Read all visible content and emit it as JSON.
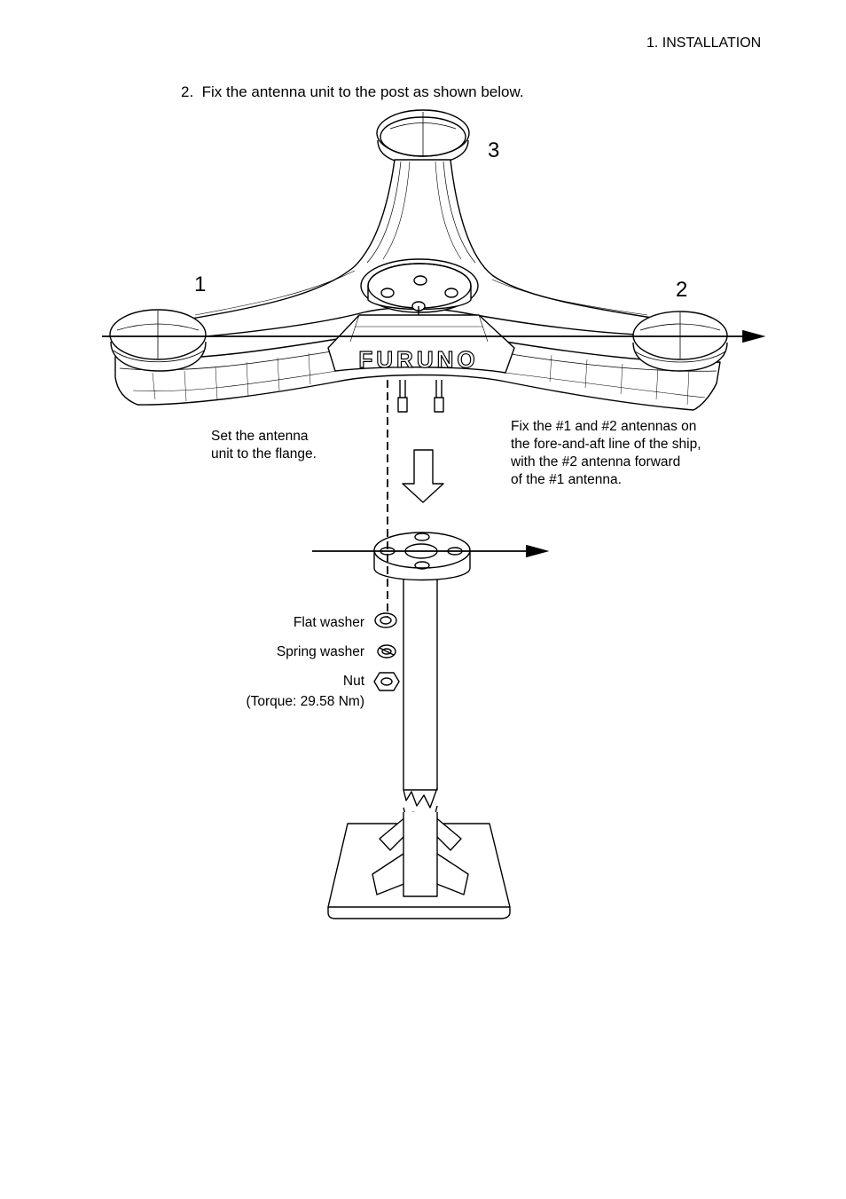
{
  "header": {
    "section": "1. INSTALLATION"
  },
  "step": {
    "number": "2.",
    "text": "Fix the antenna unit to the post as shown below."
  },
  "antenna_numbers": {
    "one": "1",
    "two": "2",
    "three": "3"
  },
  "brand": "FURUNO",
  "notes": {
    "set_flange_line1": "Set the antenna",
    "set_flange_line2": "unit to the flange.",
    "orient_line1": "Fix the #1 and #2 antennas on",
    "orient_line2": "the fore-and-aft line of the ship,",
    "orient_line3": "with the #2 antenna forward",
    "orient_line4": "of the #1 antenna."
  },
  "hardware": {
    "flat_washer": "Flat washer",
    "spring_washer": "Spring washer",
    "nut": "Nut",
    "torque": "(Torque: 29.58 Nm)"
  }
}
